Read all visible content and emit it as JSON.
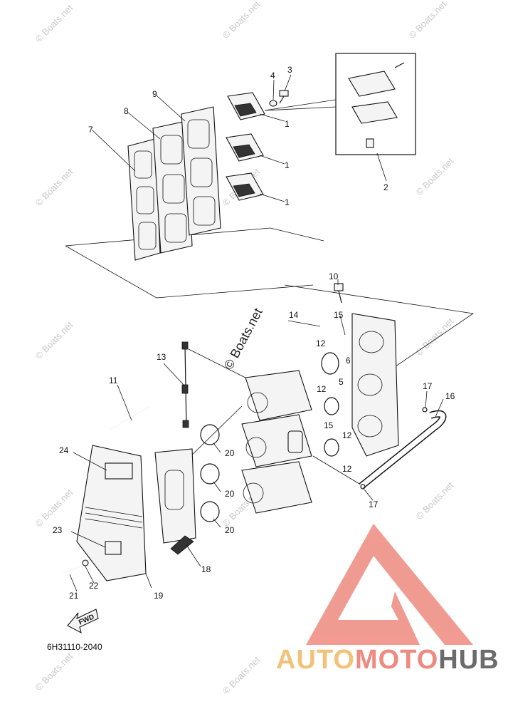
{
  "diagram_code": "6H31110-2040",
  "fwd_label": "FWD",
  "watermark_text": "© Boats.net",
  "center_watermark_text": "© Boats.net",
  "brand": {
    "part1": "AUTO",
    "part2": "MOTO",
    "part3": "HUB",
    "colors": {
      "auto": "#f2c27a",
      "moto": "#ee8a80",
      "hub": "#6b6b6b",
      "logo_triangle": "#ee8a80"
    }
  },
  "callouts": {
    "c1a": "1",
    "c1b": "1",
    "c1c": "1",
    "c2": "2",
    "c3": "3",
    "c4": "4",
    "c5": "5",
    "c6": "6",
    "c7": "7",
    "c8": "8",
    "c9": "9",
    "c10": "10",
    "c11": "11",
    "c12a": "12",
    "c12b": "12",
    "c12c": "12",
    "c12d": "12",
    "c13": "13",
    "c14": "14",
    "c15a": "15",
    "c15b": "15",
    "c16": "16",
    "c17a": "17",
    "c17b": "17",
    "c18": "18",
    "c19": "19",
    "c20a": "20",
    "c20b": "20",
    "c20c": "20",
    "c21": "21",
    "c22": "22",
    "c23": "23",
    "c24": "24"
  }
}
